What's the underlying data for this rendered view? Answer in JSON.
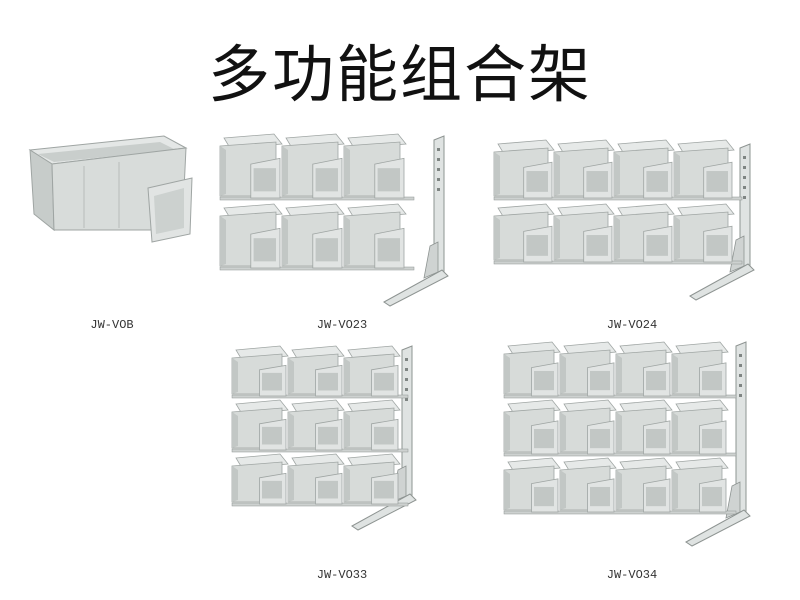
{
  "title": "多功能组合架",
  "products": [
    {
      "model": "JW-VOB"
    },
    {
      "model": "JW-VO23"
    },
    {
      "model": "JW-VO24"
    },
    {
      "model": "JW-VO33"
    },
    {
      "model": "JW-VO34"
    }
  ],
  "colors": {
    "bin_face": "#d7dbd9",
    "bin_side": "#c2c7c5",
    "bin_shadow": "#9fa5a3",
    "rack": "#dfe3e2",
    "rack_edge": "#8e9492"
  }
}
